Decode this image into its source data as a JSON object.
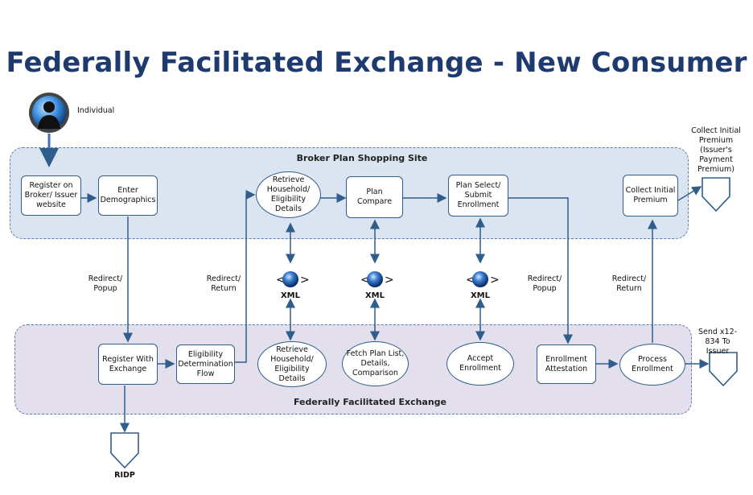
{
  "title": "Federally Facilitated Exchange - New Consumer",
  "actor": {
    "label": "Individual"
  },
  "lanes": {
    "broker": "Broker Plan Shopping Site",
    "ffe": "Federally Facilitated Exchange"
  },
  "broker_steps": {
    "register": "Register on Broker/ Issuer website",
    "demographics": "Enter Demographics",
    "retrieve": "Retrieve Household/ Eligibility Details",
    "compare": "Plan Compare",
    "select": "Plan Select/ Submit Enrollment",
    "collect": "Collect Initial Premium"
  },
  "ffe_steps": {
    "register": "Register With Exchange",
    "eligibility": "Eligibility Determination Flow",
    "retrieve": "Retrieve Household/ Eligibility Details",
    "fetch": "Fetch Plan List, Details, Comparison",
    "accept": "Accept Enrollment",
    "attest": "Enrollment Attestation",
    "process": "Process Enrollment"
  },
  "connectors": {
    "redirect1": "Redirect/ Popup",
    "redirect2": "Redirect/ Return",
    "redirect3": "Redirect/ Popup",
    "redirect4": "Redirect/ Return"
  },
  "xml": {
    "label1": "XML",
    "label2": "XML",
    "label3": "XML"
  },
  "terminals": {
    "premium": "Collect Initial Premium (Issuer's Payment Premium)",
    "send": "Send x12-834 To Issuer",
    "ridp": "RIDP"
  },
  "colors": {
    "title": "#1f3a6e",
    "stroke": "#2f5d8c",
    "broker_lane": "#dbe5f1",
    "ffe_lane": "#e4dfec"
  }
}
